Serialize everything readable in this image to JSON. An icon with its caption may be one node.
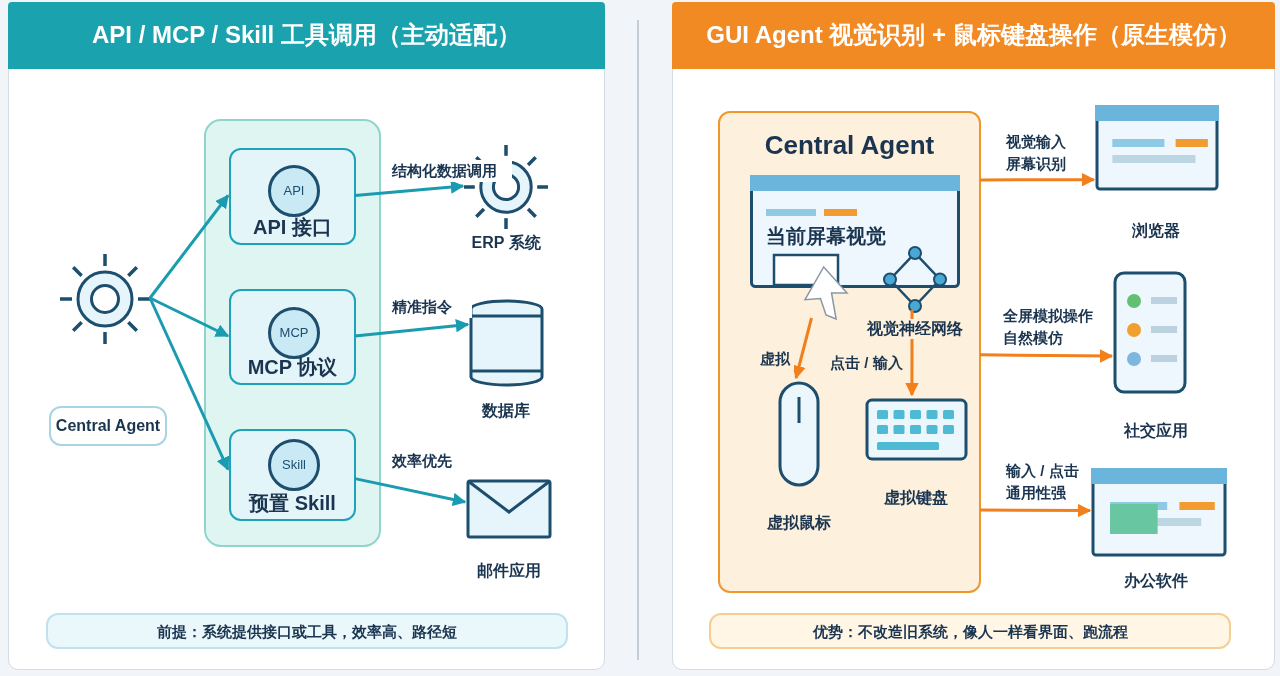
{
  "diagram": {
    "nodes": [
      {
        "text": [
          "API / MCP / Skill 工具调用（主动适配）"
        ]
      },
      {
        "text": [],
        "shape": "gear",
        "in": 0
      },
      {
        "text": [
          "Central Agent"
        ],
        "in": 0
      },
      {
        "text": [],
        "shape": "box",
        "in": 0
      },
      {
        "text": [
          "API 接口"
        ],
        "in": 3
      },
      {
        "text": [
          "API"
        ],
        "in": 4
      },
      {
        "text": [
          "MCP 协议"
        ],
        "in": 3
      },
      {
        "text": [
          "MCP"
        ],
        "in": 6
      },
      {
        "text": [
          "预置 Skill"
        ],
        "in": 3
      },
      {
        "text": [
          "Skill"
        ],
        "in": 8
      },
      {
        "text": [],
        "shape": "gear",
        "beside": [
          "ERP 系统"
        ],
        "in": 0
      },
      {
        "text": [],
        "shape": "cylinder",
        "beside": [
          "数据库"
        ],
        "in": 0
      },
      {
        "text": [],
        "shape": "envelope",
        "beside": [
          "邮件应用"
        ],
        "in": 0
      },
      {
        "text": [
          "前提：系统提供接口或工具，效率高、路径短"
        ],
        "in": 0
      },
      {
        "text": [
          "GUI Agent 视觉识别 + 鼠标键盘操作（原生模仿）"
        ]
      },
      {
        "text": [
          "Central Agent"
        ],
        "in": 14
      },
      {
        "text": [
          "当前屏幕视觉"
        ],
        "in": 15
      },
      {
        "text": [],
        "shape": "network",
        "beside": [
          "视觉神经网络"
        ],
        "in": 15
      },
      {
        "text": [],
        "shape": "cursor",
        "in": 15
      },
      {
        "text": [],
        "shape": "mouse",
        "beside": [
          "虚拟鼠标"
        ],
        "in": 15
      },
      {
        "text": [],
        "shape": "keyboard",
        "beside": [
          "虚拟键盘"
        ],
        "in": 15
      },
      {
        "text": [],
        "shape": "window",
        "beside": [
          "浏览器"
        ],
        "in": 14
      },
      {
        "text": [],
        "shape": "phone",
        "beside": [
          "社交应用"
        ],
        "in": 14
      },
      {
        "text": [],
        "shape": "window",
        "beside": [
          "办公软件"
        ],
        "in": 14
      },
      {
        "text": [
          "优势：不改造旧系统，像人一样看界面、跑流程"
        ],
        "in": 14
      }
    ],
    "edges": [
      {
        "from": 1,
        "to": 4,
        "arrow": "to",
        "color": "#1a9bb0"
      },
      {
        "from": 1,
        "to": 6,
        "arrow": "to",
        "color": "#1a9bb0"
      },
      {
        "from": 1,
        "to": 8,
        "arrow": "to",
        "color": "#1a9bb0"
      },
      {
        "from": 4,
        "to": 10,
        "arrow": "to",
        "label": "结构化数据调用",
        "color": "#1a9bb0"
      },
      {
        "from": 6,
        "to": 11,
        "arrow": "to",
        "label": "精准指令",
        "color": "#1a9bb0"
      },
      {
        "from": 8,
        "to": 12,
        "arrow": "to",
        "label": "效率优先",
        "color": "#1a9bb0"
      },
      {
        "from": 15,
        "to": 21,
        "arrow": "to",
        "label": "视觉输入屏幕识别",
        "color": "#f07f1c"
      },
      {
        "from": 15,
        "to": 22,
        "arrow": "to",
        "label": "全屏模拟操作自然模仿",
        "color": "#f07f1c"
      },
      {
        "from": 15,
        "to": 23,
        "arrow": "to",
        "label": "输入 / 点击通用性强",
        "color": "#f07f1c"
      },
      {
        "from": 17,
        "to": 20,
        "arrow": "to",
        "label": "点击 / 输入",
        "color": "#f07f1c"
      },
      {
        "from": 18,
        "to": 19,
        "arrow": "to",
        "label": "虚拟",
        "color": "#f07f1c"
      }
    ]
  }
}
